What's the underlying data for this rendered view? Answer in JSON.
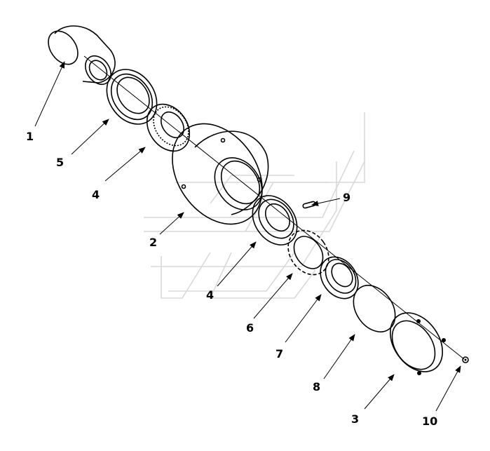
{
  "callouts": [
    "1",
    "5",
    "4",
    "2",
    "4",
    "6",
    "7",
    "8",
    "3",
    "10",
    "9"
  ],
  "colors": {
    "ink": "#000000",
    "watermark": "#d9d9d9",
    "background": "#ffffff"
  }
}
